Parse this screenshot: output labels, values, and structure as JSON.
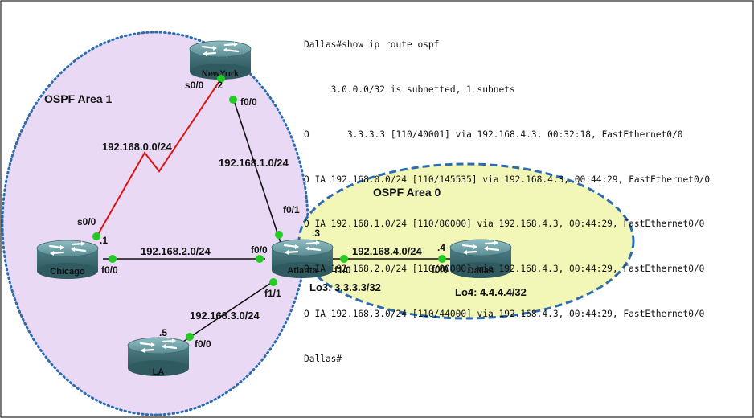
{
  "cli": {
    "lines": [
      "Dallas#show ip route ospf",
      "     3.0.0.0/32 is subnetted, 1 subnets",
      "O       3.3.3.3 [110/40001] via 192.168.4.3, 00:32:18, FastEthernet0/0",
      "O IA 192.168.0.0/24 [110/145535] via 192.168.4.3, 00:44:29, FastEthernet0/0",
      "O IA 192.168.1.0/24 [110/80000] via 192.168.4.3, 00:44:29, FastEthernet0/0",
      "O IA 192.168.2.0/24 [110/80000] via 192.168.4.3, 00:44:29, FastEthernet0/0",
      "O IA 192.168.3.0/24 [110/44000] via 192.168.4.3, 00:44:29, FastEthernet0/0",
      "Dallas#"
    ]
  },
  "areas": {
    "area1": "OSPF Area 1",
    "area0": "OSPF Area 0"
  },
  "routers": {
    "newyork": "NewYork",
    "chicago": "Chicago",
    "atlanta": "Atlanta",
    "dallas": "Dallas",
    "la": "LA"
  },
  "networks": {
    "n0": "192.168.0.0/24",
    "n1": "192.168.1.0/24",
    "n2": "192.168.2.0/24",
    "n3": "192.168.3.0/24",
    "n4": "192.168.4.0/24"
  },
  "interfaces": {
    "ny_s00": "s0/0",
    "ny_host": ".2",
    "ny_f00": "f0/0",
    "chi_s00": "s0/0",
    "chi_host": ".1",
    "chi_f00": "f0/0",
    "atl_f01": "f0/1",
    "atl_host": ".3",
    "atl_f00": "f0/0",
    "atl_f10": "f1/0",
    "atl_f11": "f1/1",
    "dal_host": ".4",
    "dal_f00": "f0/0",
    "la_host": ".5",
    "la_f00": "f0/0"
  },
  "loopbacks": {
    "atlanta": "Lo3: 3.3.3.3/32",
    "dallas": "Lo4: 4.4.4.4/32"
  },
  "colors": {
    "area1_fill": "#ead9f5",
    "area0_fill": "#f2f7b8",
    "border_blue": "#2b6cb0",
    "serial_red": "#e01010",
    "port_green": "#22cc22",
    "router_body": "#4f7f86"
  }
}
